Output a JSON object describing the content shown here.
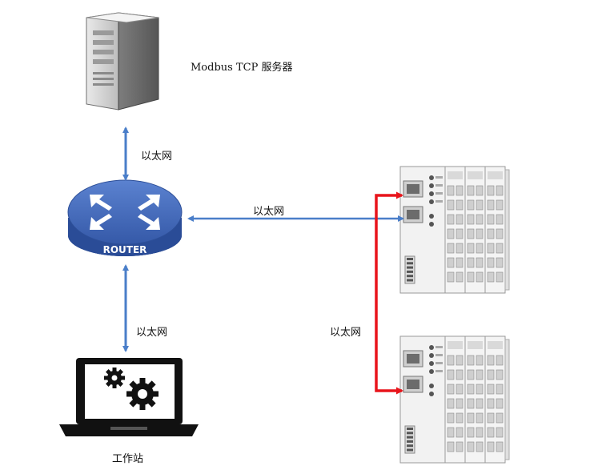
{
  "server": {
    "label": "Modbus TCP 服务器"
  },
  "router": {
    "label": "ROUTER"
  },
  "workstation": {
    "label": "工作站"
  },
  "links": {
    "server_router": "以太网",
    "router_devices": "以太网",
    "router_workstation": "以太网",
    "device_chain": "以太网"
  },
  "colors": {
    "ethernet_blue": "#4a7ec9",
    "ethernet_red": "#e8141b",
    "router_blue": "#3f66b8"
  },
  "icons": [
    "server-icon",
    "router-icon",
    "laptop-icon",
    "gear-icon",
    "io-module-icon"
  ]
}
